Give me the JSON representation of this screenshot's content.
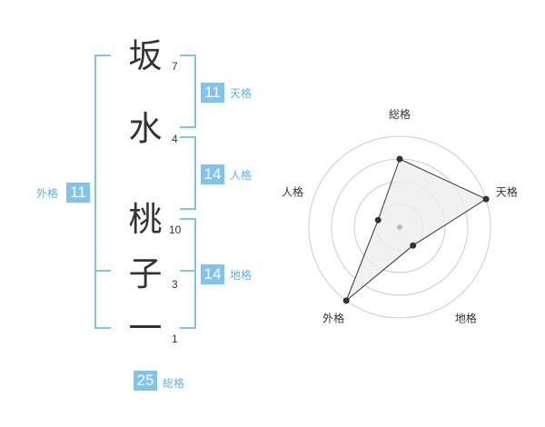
{
  "name": {
    "characters": [
      {
        "char": "坂",
        "strokes": "7"
      },
      {
        "char": "水",
        "strokes": "4"
      },
      {
        "char": "桃",
        "strokes": "10"
      },
      {
        "char": "子",
        "strokes": "3"
      },
      {
        "char": "一",
        "strokes": "1"
      }
    ]
  },
  "fortune": {
    "tenkaku": {
      "label": "天格",
      "value": "11"
    },
    "jinkaku": {
      "label": "人格",
      "value": "14"
    },
    "chikaku": {
      "label": "地格",
      "value": "14"
    },
    "gaikaku": {
      "label": "外格",
      "value": "11"
    },
    "soukaku": {
      "label": "総格",
      "value": "25"
    }
  },
  "colors": {
    "accent": "#7fc4ee",
    "accent_text": "#5eb1e6",
    "ink": "#333333",
    "radar_fill": "#eeeeee",
    "grid": "#cccccc"
  },
  "chart_data": {
    "type": "radar",
    "axes": [
      "総格",
      "天格",
      "地格",
      "外格",
      "人格"
    ],
    "rings": 4,
    "range": [
      0,
      4
    ],
    "series": [
      {
        "values": [
          3,
          4,
          1,
          4,
          1
        ]
      }
    ]
  }
}
